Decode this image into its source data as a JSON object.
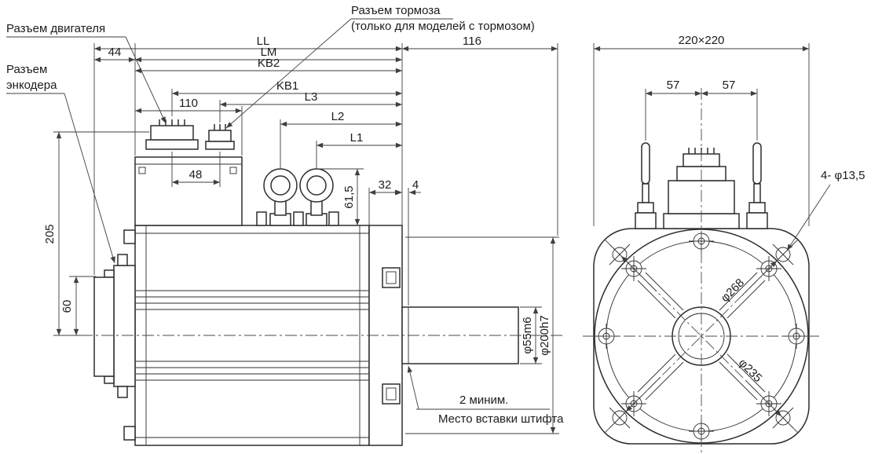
{
  "colors": {
    "background": "#ffffff",
    "line": "#2d2d2d"
  },
  "side": {
    "labels": {
      "motor_connector": "Разъем двигателя",
      "brake_connector_line1": "Разъем тормоза",
      "brake_connector_line2": "(только для моделей с тормозом)",
      "encoder_connector_line1": "Разъем",
      "encoder_connector_line2": "энкодера",
      "pin_min": "2 миним.",
      "pin_place": "Место вставки штифта"
    },
    "dims": {
      "LL": "LL",
      "LM": "LM",
      "KB2": "KB2",
      "KB1": "KB1",
      "L3": "L3",
      "L2": "L2",
      "L1": "L1",
      "d116": "116",
      "d44": "44",
      "d110": "110",
      "d48": "48",
      "d61_5": "61,5",
      "d32": "32",
      "d4": "4",
      "d205": "205",
      "d60": "60",
      "shaft_dia": "φ55m6",
      "spigot_dia": "φ200h7"
    }
  },
  "front": {
    "dims": {
      "flange_square": "220×220",
      "pitch_left": "57",
      "pitch_right": "57",
      "corner_holes": "4- φ13,5",
      "dia_outer": "φ268",
      "dia_bolt_circle": "φ235"
    }
  }
}
